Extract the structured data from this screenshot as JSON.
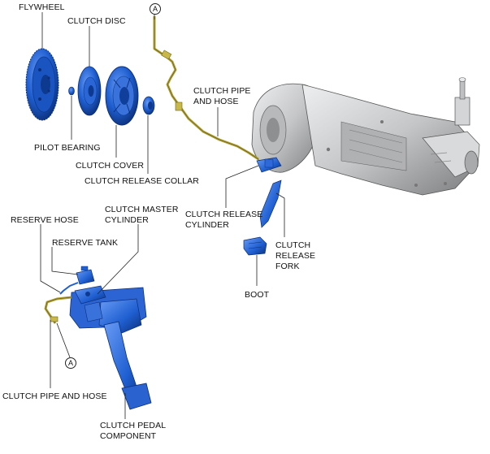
{
  "labels": {
    "flywheel": "FLYWHEEL",
    "clutch_disc": "CLUTCH DISC",
    "pilot_bearing": "PILOT BEARING",
    "clutch_cover": "CLUTCH COVER",
    "clutch_release_collar": "CLUTCH RELEASE COLLAR",
    "clutch_pipe_hose_top_1": "CLUTCH PIPE",
    "clutch_pipe_hose_top_2": "AND HOSE",
    "clutch_release_cylinder_1": "CLUTCH RELEASE",
    "clutch_release_cylinder_2": "CYLINDER",
    "clutch_release_fork_1": "CLUTCH",
    "clutch_release_fork_2": "RELEASE",
    "clutch_release_fork_3": "FORK",
    "boot": "BOOT",
    "reserve_hose": "RESERVE HOSE",
    "reserve_tank": "RESERVE TANK",
    "clutch_master_cylinder_1": "CLUTCH MASTER",
    "clutch_master_cylinder_2": "CYLINDER",
    "clutch_pipe_hose_bottom": "CLUTCH PIPE AND HOSE",
    "clutch_pedal_component_1": "CLUTCH PEDAL",
    "clutch_pedal_component_2": "COMPONENT"
  },
  "connector_markers": {
    "top": "A",
    "bottom": "A"
  },
  "colors": {
    "part_blue": "#1f5fd1",
    "part_blue_dark": "#0d3a8f",
    "part_blue_light": "#5b8ef0",
    "pipe_olive": "#b3a33a",
    "transmission_gray": "#c9cacc",
    "transmission_dark": "#8b8c8e",
    "leader_line": "#222222"
  }
}
